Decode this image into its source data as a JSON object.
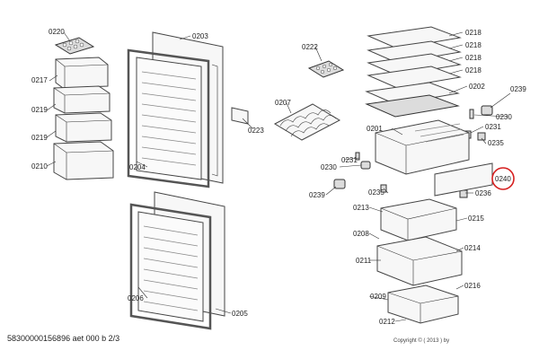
{
  "part_labels": {
    "p0220": "0220",
    "p0217": "0217",
    "p0219a": "0219",
    "p0219b": "0219",
    "p0210": "0210",
    "p0203": "0203",
    "p0204": "0204",
    "p0223": "0223",
    "p0222": "0222",
    "p0207": "0207",
    "p0218a": "0218",
    "p0218b": "0218",
    "p0218c": "0218",
    "p0218d": "0218",
    "p0202": "0202",
    "p0239a": "0239",
    "p0230a": "0230",
    "p0231a": "0231",
    "p0201": "0201",
    "p0235a": "0235",
    "p0240": "0240",
    "p0231b": "0231",
    "p0230b": "0230",
    "p0239b": "0239",
    "p0235b": "0235",
    "p0236": "0236",
    "p0213": "0213",
    "p0215": "0215",
    "p0208": "0208",
    "p0214": "0214",
    "p0211": "0211",
    "p0216": "0216",
    "p0209": "0209",
    "p0212": "0212",
    "p0206": "0206",
    "p0205": "0205"
  },
  "footer": {
    "document_code": "58300000156896 aet 000 b 2/3",
    "copyright": "Copyright © ( 2013 ) by"
  },
  "highlight_color": "#d62020"
}
